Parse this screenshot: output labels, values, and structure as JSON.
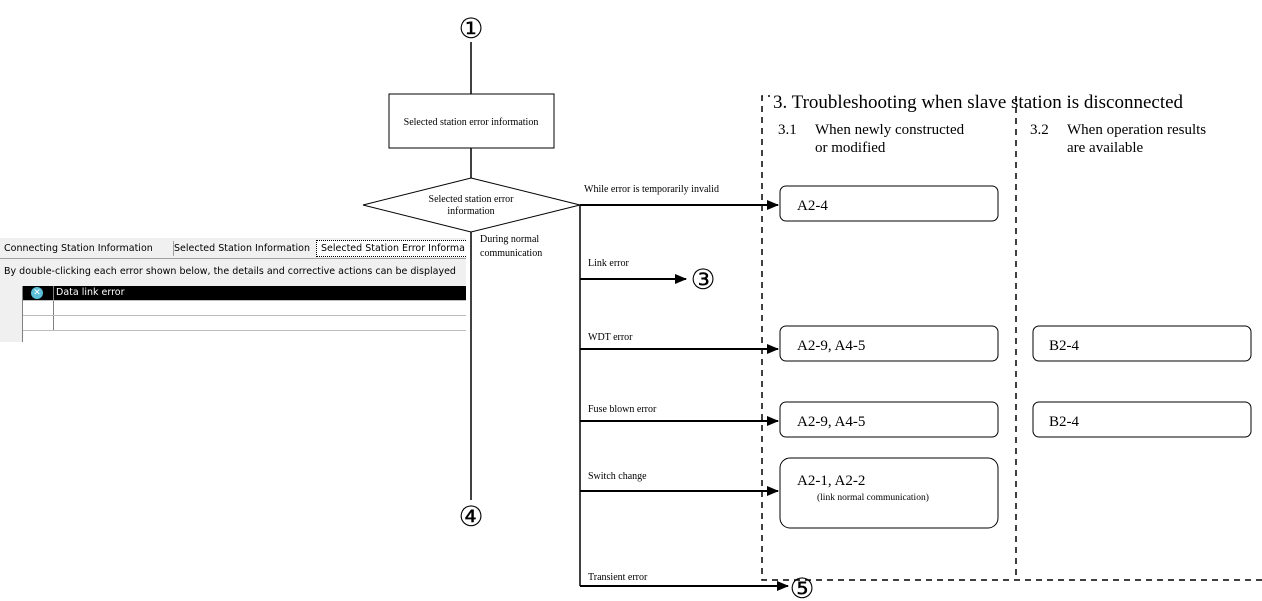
{
  "markers": {
    "top": "①",
    "link": "③",
    "bottom": "④",
    "transient": "⑤"
  },
  "start_box": "Selected station error information",
  "decision": {
    "line1": "Selected station error",
    "line2": "information"
  },
  "normal_comm": {
    "line1": "During normal",
    "line2": "communication"
  },
  "branches": [
    {
      "label": "While error is temporarily invalid"
    },
    {
      "label": "Link error"
    },
    {
      "label": "WDT error"
    },
    {
      "label": "Fuse blown error"
    },
    {
      "label": "Switch change"
    },
    {
      "label": "Transient error"
    }
  ],
  "section": {
    "title": "3. Troubleshooting when slave station is disconnected",
    "col1": {
      "num": "3.1",
      "line1": "When newly constructed",
      "line2": "or modified"
    },
    "col2": {
      "num": "3.2",
      "line1": "When operation results",
      "line2": "are available"
    }
  },
  "boxes_31": [
    {
      "text": "A2-4"
    },
    {
      "text": "A2-9, A4-5"
    },
    {
      "text": "A2-9, A4-5"
    },
    {
      "text": "A2-1, A2-2",
      "sub": "(link normal communication)"
    }
  ],
  "boxes_32": [
    {
      "text": "B2-4"
    },
    {
      "text": "B2-4"
    }
  ],
  "gui": {
    "tabs": [
      "Connecting Station Information",
      "Selected Station Information",
      "Selected Station Error Informa"
    ],
    "hint": "By double-clicking each error shown below, the details and corrective actions can be displayed",
    "rows": [
      {
        "icon": "error-x-icon",
        "text": "Data link error"
      },
      {
        "text": ""
      },
      {
        "text": ""
      }
    ]
  },
  "colors": {
    "line": "#000000",
    "gui_bg": "#f0f0f0",
    "error_icon": "#5cc0d8",
    "selected_row": "#000000"
  }
}
